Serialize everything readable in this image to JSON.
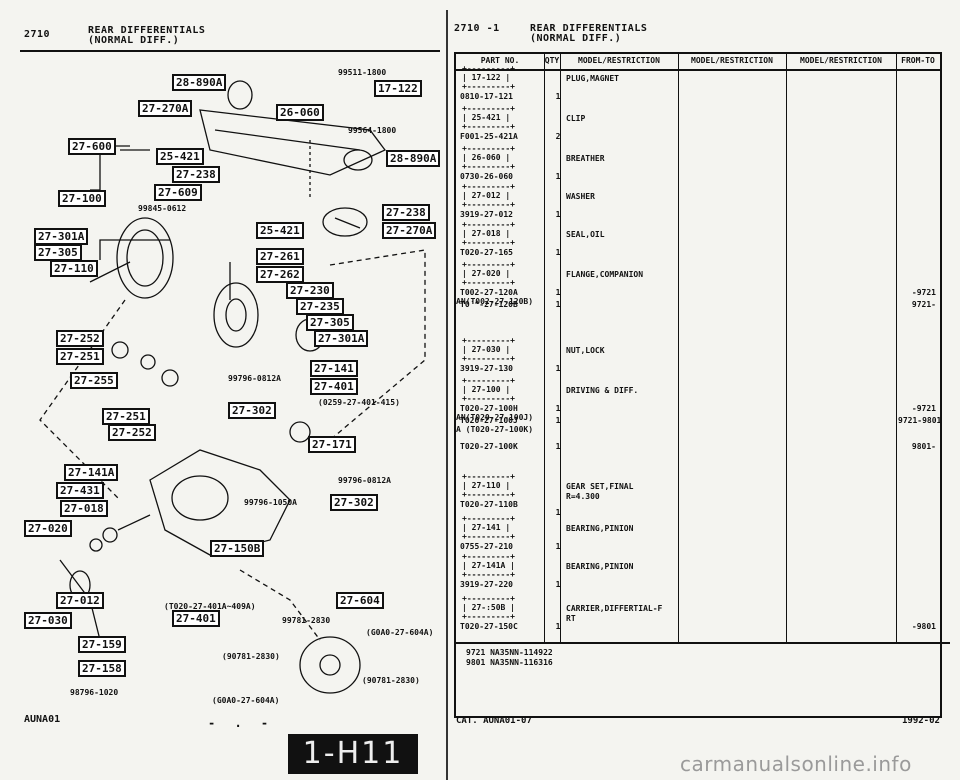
{
  "left_header": {
    "code": "2710",
    "title_line1": "REAR DIFFERENTIALS",
    "title_line2": "(NORMAL DIFF.)"
  },
  "right_header": {
    "code": "2710 -1",
    "title_line1": "REAR DIFFERENTIALS",
    "title_line2": "(NORMAL DIFF.)"
  },
  "diagram": {
    "labels": [
      "28-890A",
      "17-122",
      "27-270A",
      "26-060",
      "27-600",
      "25-421",
      "27-238",
      "28-890A",
      "27-609",
      "27-100",
      "27-238",
      "25-421",
      "27-270A",
      "27-301A",
      "27-305",
      "27-110",
      "27-261",
      "27-262",
      "27-230",
      "27-235",
      "27-305",
      "27-301A",
      "27-252",
      "27-251",
      "27-255",
      "27-141",
      "27-401",
      "27-251",
      "27-302",
      "27-252",
      "27-171",
      "27-141A",
      "27-431",
      "27-018",
      "27-302",
      "27-020",
      "27-150B",
      "27-604",
      "27-012",
      "27-401",
      "27-030",
      "27-159",
      "27-158"
    ],
    "numbers": [
      "99511-1800",
      "99564-1800",
      "99845-0612",
      "99796-0812A",
      "(0259-27-401-415)",
      "99796-0812A",
      "99796-1050A",
      "99781-2830",
      "(T020-27-401A~409A)",
      "(G0A0-27-604A)",
      "(90781-2830)",
      "(90781-2830)",
      "(G0A0-27-604A)",
      "98796-1020"
    ]
  },
  "table": {
    "headers": [
      "PART NO.",
      "QTY",
      "MODEL/RESTRICTION",
      "MODEL/RESTRICTION",
      "MODEL/RESTRICTION",
      "FROM-TO"
    ],
    "rows": [
      {
        "box": "17-122",
        "part": "0810-17-121",
        "qty": "1",
        "desc": "PLUG,MAGNET",
        "from": ""
      },
      {
        "box": "25-421",
        "part": "F001-25-421A",
        "qty": "2",
        "desc": "CLIP",
        "from": ""
      },
      {
        "box": "26-060",
        "part": "0730-26-060",
        "qty": "1",
        "desc": "BREATHER",
        "from": ""
      },
      {
        "box": "27-012",
        "part": "3919-27-012",
        "qty": "1",
        "desc": "WASHER",
        "from": ""
      },
      {
        "box": "27-018",
        "part": "T020-27-165",
        "qty": "1",
        "desc": "SEAL,OIL",
        "from": ""
      },
      {
        "box": "27-020",
        "part": "T002-27-120A",
        "part2": "AN(T002-27-120B)",
        "qty": "1",
        "desc": "FLANGE,COMPANION",
        "from": "-9721"
      },
      {
        "box": "",
        "part": "T0´^-27-120B",
        "qty": "1",
        "desc": "",
        "from": "9721-"
      },
      {
        "box": "27-030",
        "part": "3919-27-130",
        "qty": "1",
        "desc": "NUT,LOCK",
        "from": ""
      },
      {
        "box": "27-100",
        "part": "T020-27-100H",
        "part2": "AN(T020-27-100J)",
        "qty": "1",
        "desc": "DRIVING & DIFF.",
        "from": "-9721"
      },
      {
        "box": "",
        "part": "T020-27-100J",
        "part2": "A (T020-27-100K)",
        "qty": "1",
        "desc": "",
        "from": "9721-9801"
      },
      {
        "box": "",
        "part": "T020-27-100K",
        "qty": "1",
        "desc": "",
        "from": "9801-"
      },
      {
        "box": "27-110",
        "part": "T020-27-110B",
        "qty": "1",
        "desc": "GEAR SET,FINAL",
        "desc2": "R=4.300",
        "from": ""
      },
      {
        "box": "27-141",
        "part": "0755-27-210",
        "qty": "1",
        "desc": "BEARING,PINION",
        "from": ""
      },
      {
        "box": "27-141A",
        "part": "3919-27-220",
        "qty": "1",
        "desc": "BEARING,PINION",
        "from": ""
      },
      {
        "box": "27-:50B",
        "part": "T020-27-150C",
        "qty": "1",
        "desc": "CARRIER,DIFFERTIAL-F",
        "desc2": "RT",
        "from": "-9801"
      }
    ],
    "footnote_line1": "9721 NA35NN-114922",
    "footnote_line2": "9801 NA35NN-116316"
  },
  "footer": {
    "left": "AUNA01",
    "dash": "- . -",
    "page_badge": "1-H11",
    "catalog": "CAT. AUNA01-07",
    "date": "1992-02",
    "watermark": "carmanualsonline.info"
  }
}
